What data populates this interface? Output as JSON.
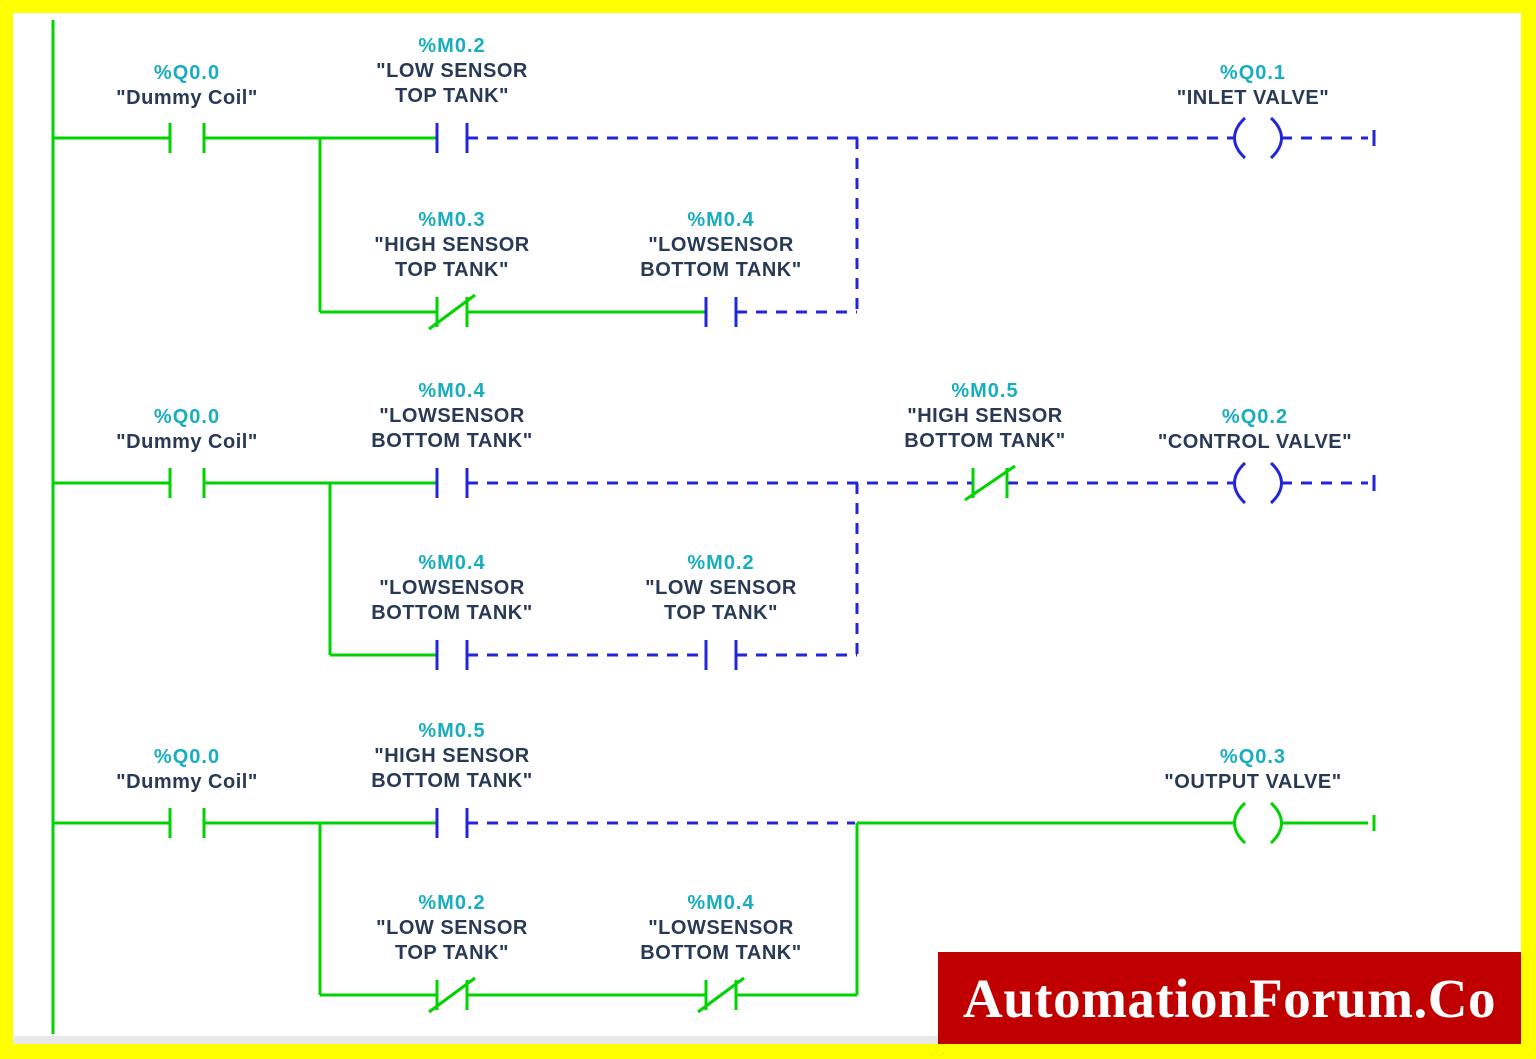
{
  "colors": {
    "frame": "#ffff00",
    "green": "#00d300",
    "blue": "#2326d8",
    "address": "#18aec0",
    "operand": "#283a55",
    "strip": "#e8e8e8",
    "banner-bg": "#c00000",
    "banner-text": "#ffffff"
  },
  "banner": {
    "text": "AutomationForum.Co"
  },
  "rungs": [
    {
      "id": 1,
      "elements": {
        "dummy": {
          "addr": "%Q0.0",
          "name": "\"Dummy Coil\"",
          "type": "NO contact"
        },
        "main1": {
          "addr": "%M0.2",
          "name": "\"LOW SENSOR\nTOP TANK\"",
          "type": "NO contact"
        },
        "branch1": {
          "addr": "%M0.3",
          "name": "\"HIGH SENSOR\nTOP TANK\"",
          "type": "NC contact"
        },
        "branch2": {
          "addr": "%M0.4",
          "name": "\"LOWSENSOR\nBOTTOM TANK\"",
          "type": "NO contact"
        },
        "coil": {
          "addr": "%Q0.1",
          "name": "\"INLET VALVE\"",
          "type": "coil"
        }
      }
    },
    {
      "id": 2,
      "elements": {
        "dummy": {
          "addr": "%Q0.0",
          "name": "\"Dummy Coil\"",
          "type": "NO contact"
        },
        "main1": {
          "addr": "%M0.4",
          "name": "\"LOWSENSOR\nBOTTOM TANK\"",
          "type": "NO contact"
        },
        "main2": {
          "addr": "%M0.5",
          "name": "\"HIGH SENSOR\nBOTTOM TANK\"",
          "type": "NC contact"
        },
        "branch1": {
          "addr": "%M0.4",
          "name": "\"LOWSENSOR\nBOTTOM TANK\"",
          "type": "NO contact"
        },
        "branch2": {
          "addr": "%M0.2",
          "name": "\"LOW SENSOR\nTOP TANK\"",
          "type": "NO contact"
        },
        "coil": {
          "addr": "%Q0.2",
          "name": "\"CONTROL VALVE\"",
          "type": "coil"
        }
      }
    },
    {
      "id": 3,
      "elements": {
        "dummy": {
          "addr": "%Q0.0",
          "name": "\"Dummy Coil\"",
          "type": "NO contact"
        },
        "main1": {
          "addr": "%M0.5",
          "name": "\"HIGH SENSOR\nBOTTOM TANK\"",
          "type": "NO contact"
        },
        "branch1": {
          "addr": "%M0.2",
          "name": "\"LOW SENSOR\nTOP TANK\"",
          "type": "NC contact"
        },
        "branch2": {
          "addr": "%M0.4",
          "name": "\"LOWSENSOR\nBOTTOM TANK\"",
          "type": "NC contact"
        },
        "coil": {
          "addr": "%Q0.3",
          "name": "\"OUTPUT VALVE\"",
          "type": "coil"
        }
      }
    }
  ]
}
